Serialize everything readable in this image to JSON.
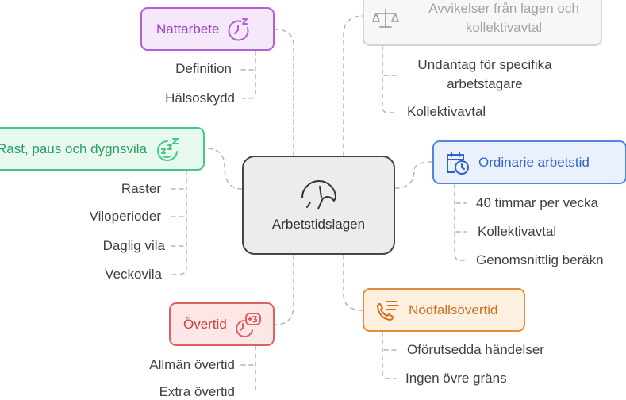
{
  "center": {
    "label": "Arbetstidslagen",
    "icon": "umbrella-icon"
  },
  "topics": {
    "nattarbete": {
      "label": "Nattarbete",
      "icon": "night-clock-icon",
      "color": "#b45fd6",
      "items": [
        "Definition",
        "Hälsoskydd"
      ]
    },
    "rast": {
      "label": "Rast, paus och dygnsvila",
      "icon": "sleep-face-icon",
      "color": "#45c785",
      "items": [
        "Raster",
        "Viloperioder",
        "Daglig vila",
        "Veckovila"
      ]
    },
    "overtid": {
      "label": "Övertid",
      "icon": "clock-plus-three-icon",
      "color": "#dd615d",
      "items": [
        "Allmän övertid",
        "Extra övertid"
      ]
    },
    "avvikelser": {
      "label_line1": "Avvikelser från lagen och",
      "label_line2": "kollektivavtal",
      "icon": "scales-icon",
      "color": "#d3d3d3",
      "items": [
        {
          "line1": "Undantag för specifika",
          "line2": "arbetstagare"
        },
        {
          "line1": "Kollektivavtal"
        }
      ]
    },
    "ordinarie": {
      "label": "Ordinarie arbetstid",
      "icon": "schedule-icon",
      "color": "#4d86de",
      "items": [
        "40 timmar per vecka",
        "Kollektivavtal",
        "Genomsnittlig beräkn"
      ]
    },
    "nodfall": {
      "label": "Nödfallsövertid",
      "icon": "emergency-call-icon",
      "color": "#e08e3c",
      "items": [
        "Oförutsedda händelser",
        "Ingen övre gräns"
      ]
    }
  }
}
